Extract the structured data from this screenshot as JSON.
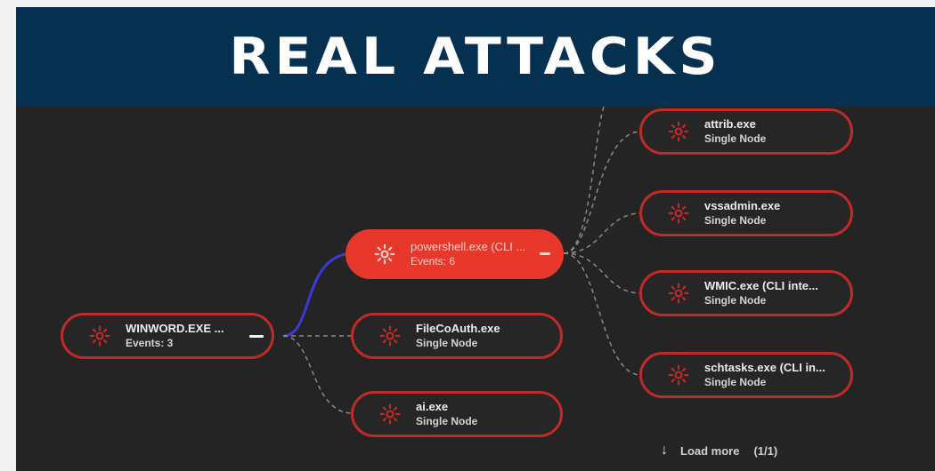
{
  "banner": {
    "title": "REAL ATTACKS"
  },
  "colors": {
    "banner_bg": "#05304f",
    "canvas_bg": "#242424",
    "node_border": "#c22a27",
    "active_node": "#e8372b",
    "highlight_edge": "#3a3ad6"
  },
  "nodes": {
    "winword": {
      "name": "WINWORD.EXE ...",
      "sub": "Events: 3",
      "icon": "gear-icon"
    },
    "powershell": {
      "name": "powershell.exe (CLI ...",
      "sub": "Events: 6",
      "icon": "gear-icon"
    },
    "filecoauth": {
      "name": "FileCoAuth.exe",
      "sub": "Single Node",
      "icon": "gear-icon"
    },
    "ai": {
      "name": "ai.exe",
      "sub": "Single Node",
      "icon": "gear-icon"
    },
    "attrib": {
      "name": "attrib.exe",
      "sub": "Single Node",
      "icon": "gear-icon"
    },
    "vssadmin": {
      "name": "vssadmin.exe",
      "sub": "Single Node",
      "icon": "gear-icon"
    },
    "wmic": {
      "name": "WMIC.exe (CLI inte...",
      "sub": "Single Node",
      "icon": "gear-icon"
    },
    "schtasks": {
      "name": "schtasks.exe (CLI in...",
      "sub": "Single Node",
      "icon": "gear-icon"
    }
  },
  "load_more": {
    "label": "Load more",
    "count": "(1/1)",
    "icon": "arrow-down-icon"
  }
}
